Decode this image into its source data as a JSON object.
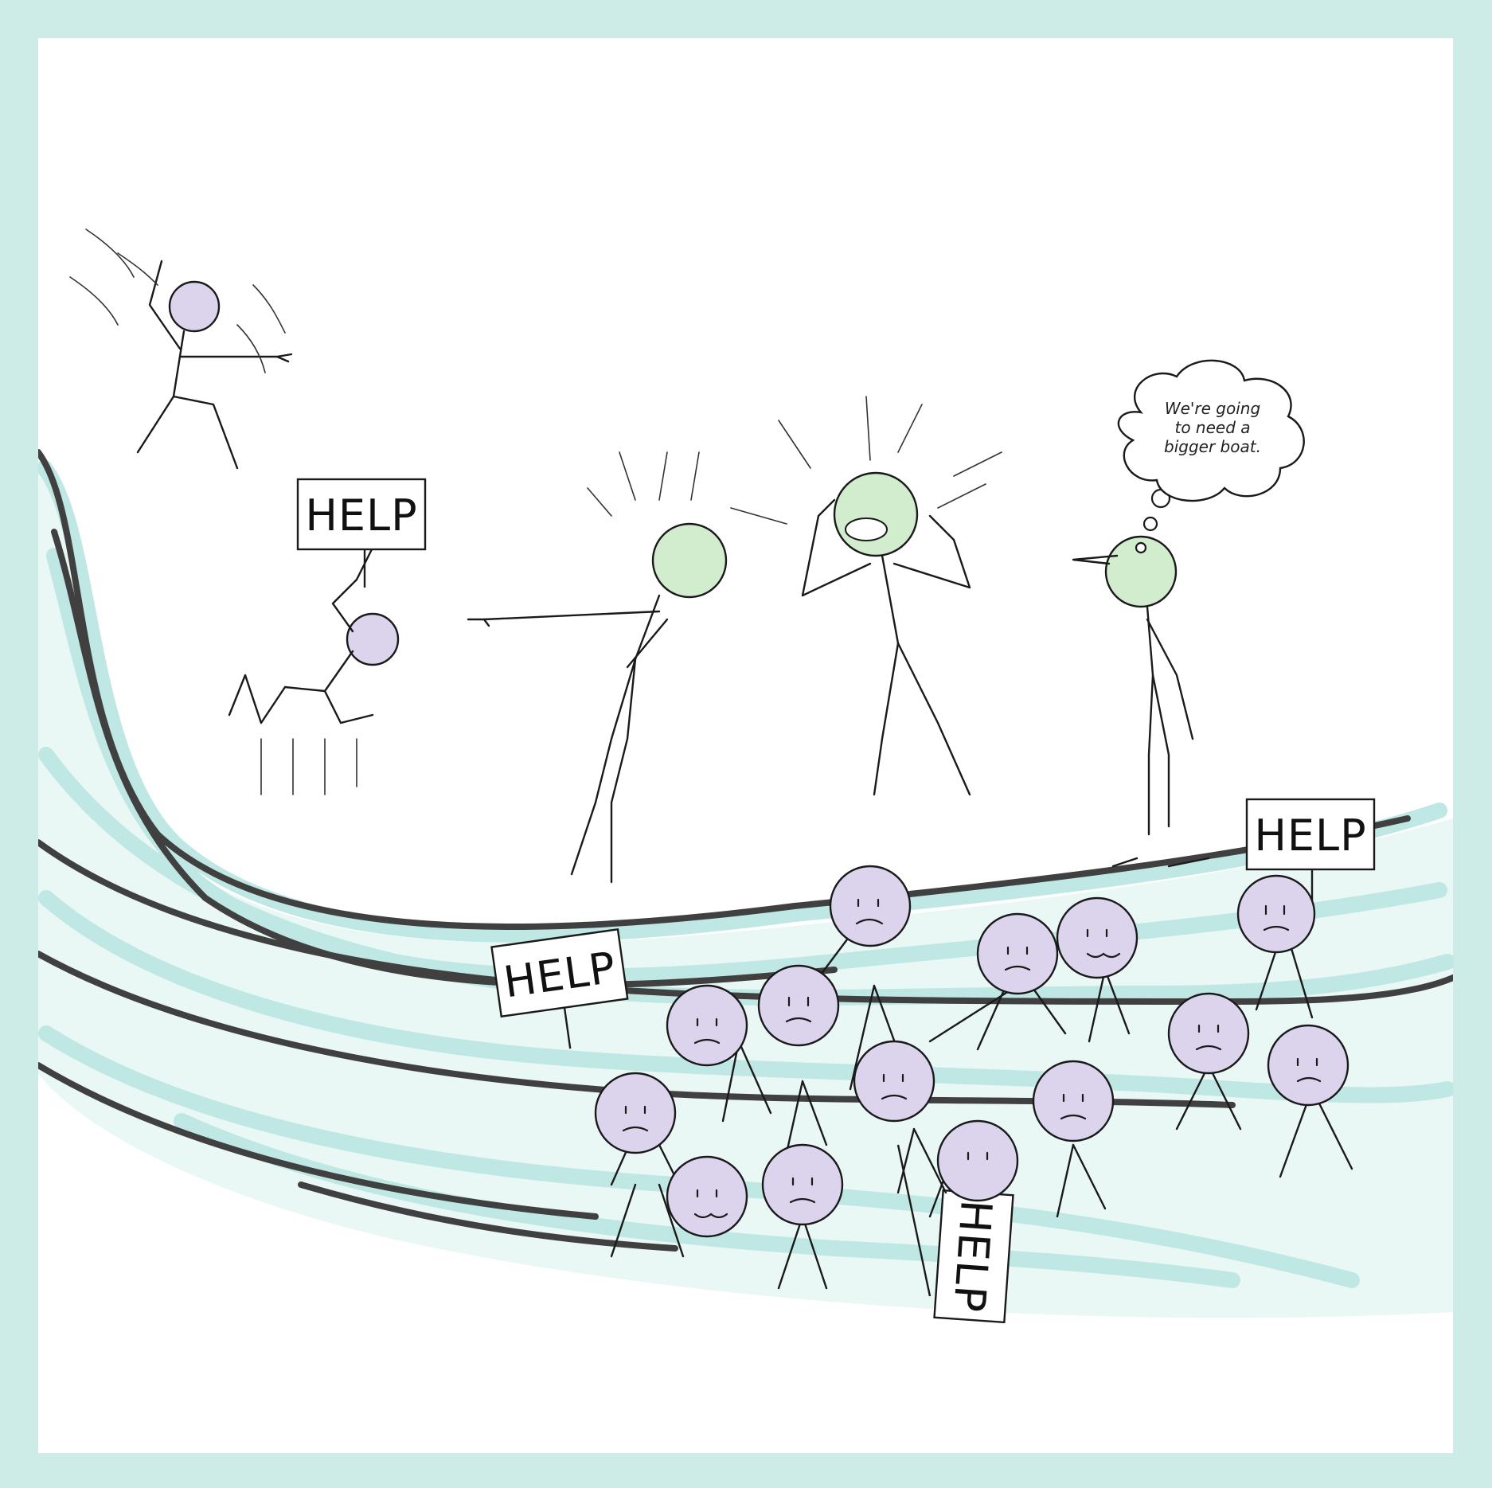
{
  "colors": {
    "border": "#cdece8",
    "canvas": "#ffffff",
    "wave_fill": "#bfe7e3",
    "wave_ink": "#404040",
    "head_panic": "#dcd3ec",
    "head_calm": "#d2ecce",
    "ink": "#1a1a1a"
  },
  "thought_bubble": {
    "lines": [
      "We're going",
      "to need a",
      "bigger boat."
    ]
  },
  "signs": [
    {
      "text": "HELP"
    },
    {
      "text": "HELP"
    },
    {
      "text": "HELP"
    },
    {
      "text": "HELP"
    }
  ]
}
